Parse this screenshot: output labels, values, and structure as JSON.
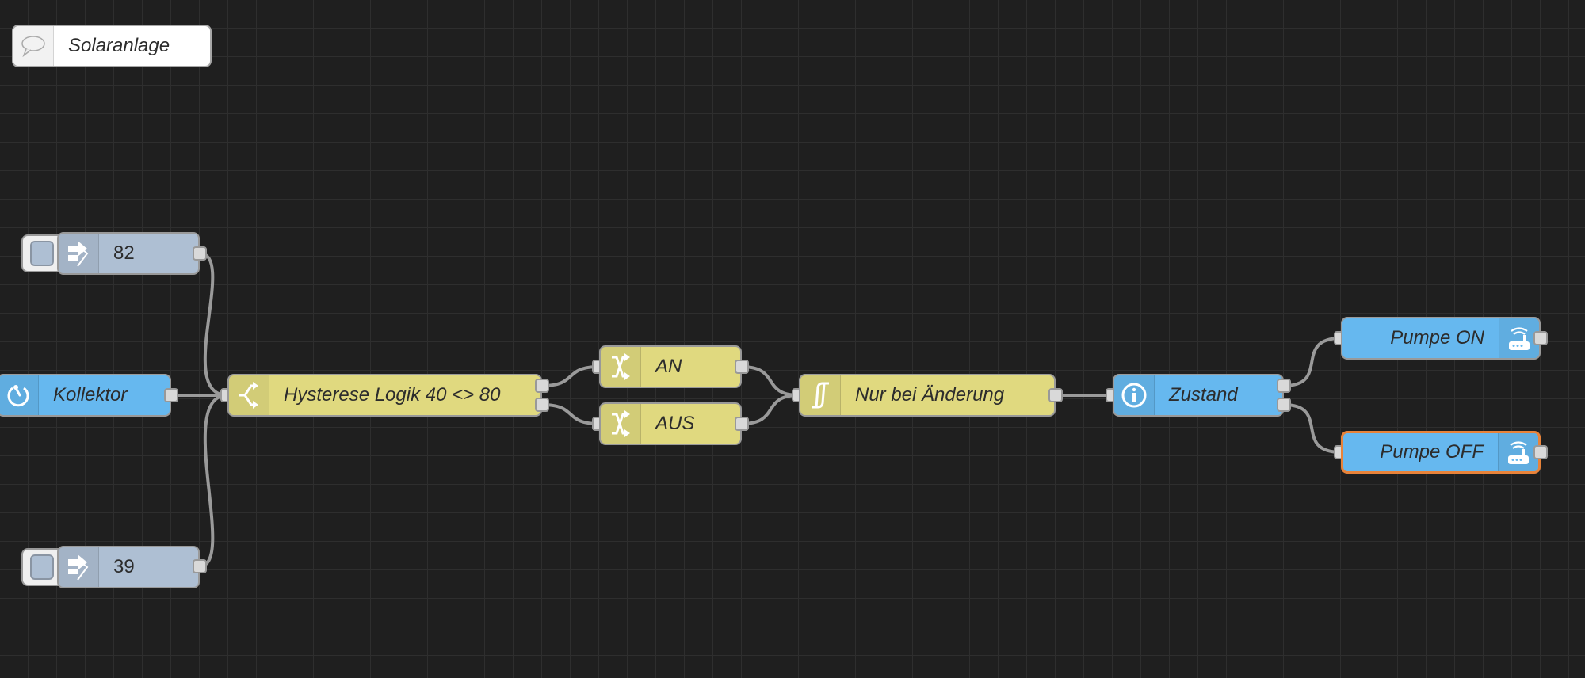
{
  "canvas": {
    "background": "#1f1f1f",
    "grid_color": "#2e2e2e",
    "wire_color": "#9a9a9a",
    "selection_color": "#e8833a"
  },
  "comment": {
    "label": "Solaranlage",
    "icon": "speech-bubble-icon"
  },
  "nodes": {
    "inject_82": {
      "label": "82",
      "type": "inject",
      "icon": "arrow-right-icon",
      "color": "#aebfd3"
    },
    "kollektor": {
      "label": "Kollektor",
      "type": "input",
      "icon": "gauge-icon",
      "color": "#66b8ef"
    },
    "inject_39": {
      "label": "39",
      "type": "inject",
      "icon": "arrow-right-icon",
      "color": "#aebfd3"
    },
    "hysterese": {
      "label": "Hysterese Logik 40 <> 80",
      "type": "switch",
      "icon": "switch-icon",
      "color": "#e0d97f"
    },
    "an": {
      "label": "AN",
      "type": "change",
      "icon": "shuffle-icon",
      "color": "#e0d97f"
    },
    "aus": {
      "label": "AUS",
      "type": "change",
      "icon": "shuffle-icon",
      "color": "#e0d97f"
    },
    "nur_bei_aenderung": {
      "label": "Nur bei Änderung",
      "type": "filter",
      "icon": "filter-icon",
      "color": "#e0d97f"
    },
    "zustand": {
      "label": "Zustand",
      "type": "info",
      "icon": "info-icon",
      "color": "#66b8ef"
    },
    "pumpe_on": {
      "label": "Pumpe ON",
      "type": "output",
      "icon": "router-icon",
      "color": "#66b8ef"
    },
    "pumpe_off": {
      "label": "Pumpe OFF",
      "type": "output",
      "icon": "router-icon",
      "color": "#66b8ef",
      "selected": true
    }
  },
  "wires": [
    {
      "from": "inject_82",
      "to": "hysterese"
    },
    {
      "from": "kollektor",
      "to": "hysterese"
    },
    {
      "from": "inject_39",
      "to": "hysterese"
    },
    {
      "from": "hysterese:1",
      "to": "an"
    },
    {
      "from": "hysterese:2",
      "to": "aus"
    },
    {
      "from": "an",
      "to": "nur_bei_aenderung"
    },
    {
      "from": "aus",
      "to": "nur_bei_aenderung"
    },
    {
      "from": "nur_bei_aenderung",
      "to": "zustand"
    },
    {
      "from": "zustand:1",
      "to": "pumpe_on"
    },
    {
      "from": "zustand:2",
      "to": "pumpe_off"
    }
  ]
}
